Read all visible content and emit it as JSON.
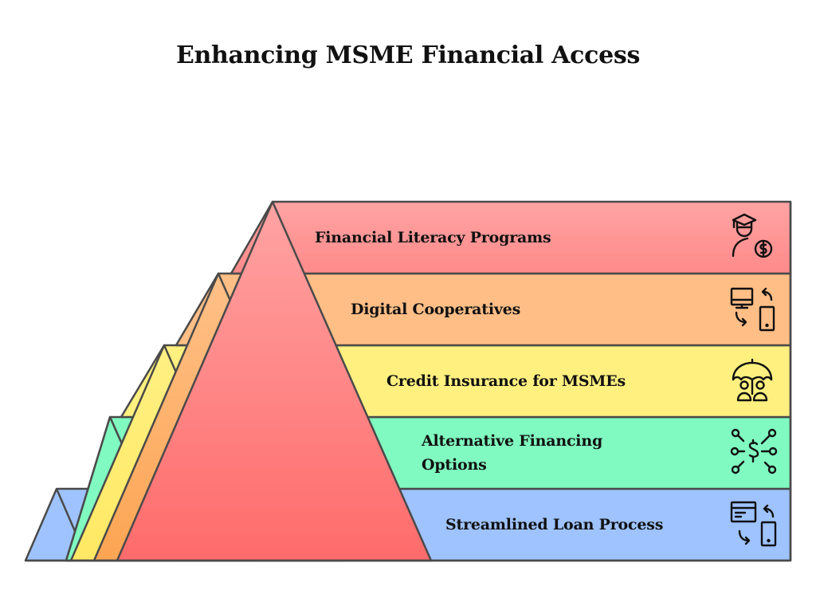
{
  "title": "Enhancing MSME Financial Access",
  "layers": [
    {
      "label": "Financial Literacy Programs",
      "icon": "graduate-dollar-icon",
      "color_top": "#ffa3a3",
      "color_bottom": "#ff8585",
      "strip_top": "#ffa3a3",
      "strip_bottom": "#ff6b6b"
    },
    {
      "label": "Digital Cooperatives",
      "icon": "computer-phone-sync-icon",
      "color_top": "#ffc08a",
      "color_bottom": "#ffbd85",
      "strip_top": "#ffc088",
      "strip_bottom": "#ffa555"
    },
    {
      "label": "Credit Insurance for MSMEs",
      "icon": "umbrella-people-icon",
      "color_top": "#fff07f",
      "color_bottom": "#ffef7d",
      "strip_top": "#fff083",
      "strip_bottom": "#ffe964"
    },
    {
      "label": "Alternative Financing Options",
      "icon": "dollar-network-icon",
      "color_top": "#80fac0",
      "color_bottom": "#80fac0",
      "strip_top": "#80fac0",
      "strip_bottom": "#80fac0"
    },
    {
      "label": "Streamlined Loan Process",
      "icon": "card-phone-sync-icon",
      "color_top": "#9ec3ff",
      "color_bottom": "#9ec3ff",
      "strip_top": "#9ec3ff",
      "strip_bottom": "#9ec3ff"
    }
  ],
  "stroke_color": "#4a4a4a"
}
